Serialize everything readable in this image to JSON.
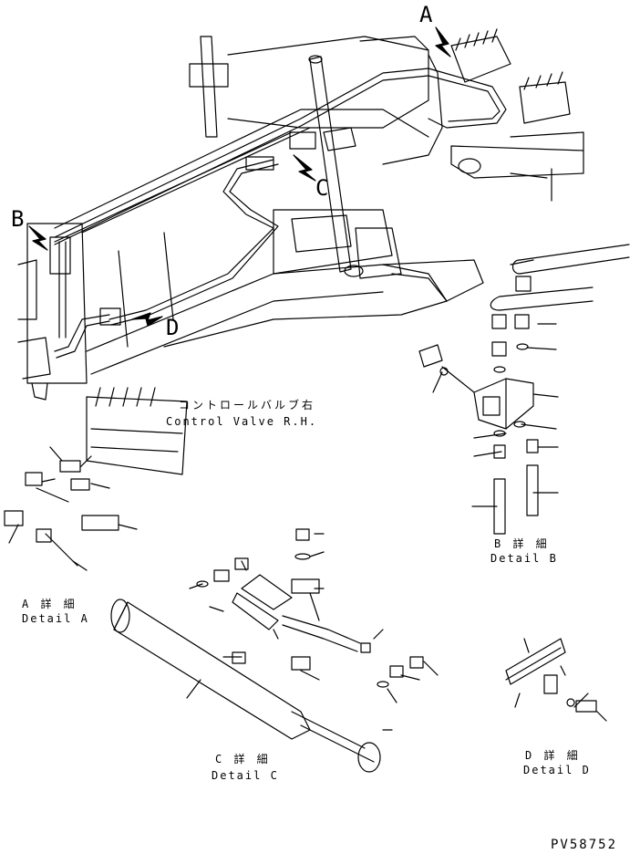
{
  "callouts": {
    "a": "A",
    "b": "B",
    "c": "C",
    "d": "D"
  },
  "control_valve": {
    "jp": "コントロールバルブ右",
    "en": "Control Valve R.H."
  },
  "details": [
    {
      "jp": "A 詳 細",
      "en": "Detail A"
    },
    {
      "jp": "B 詳 細",
      "en": "Detail B"
    },
    {
      "jp": "C 詳 細",
      "en": "Detail C"
    },
    {
      "jp": "D 詳 細",
      "en": "Detail D"
    }
  ],
  "drawing_number": "PV58752"
}
